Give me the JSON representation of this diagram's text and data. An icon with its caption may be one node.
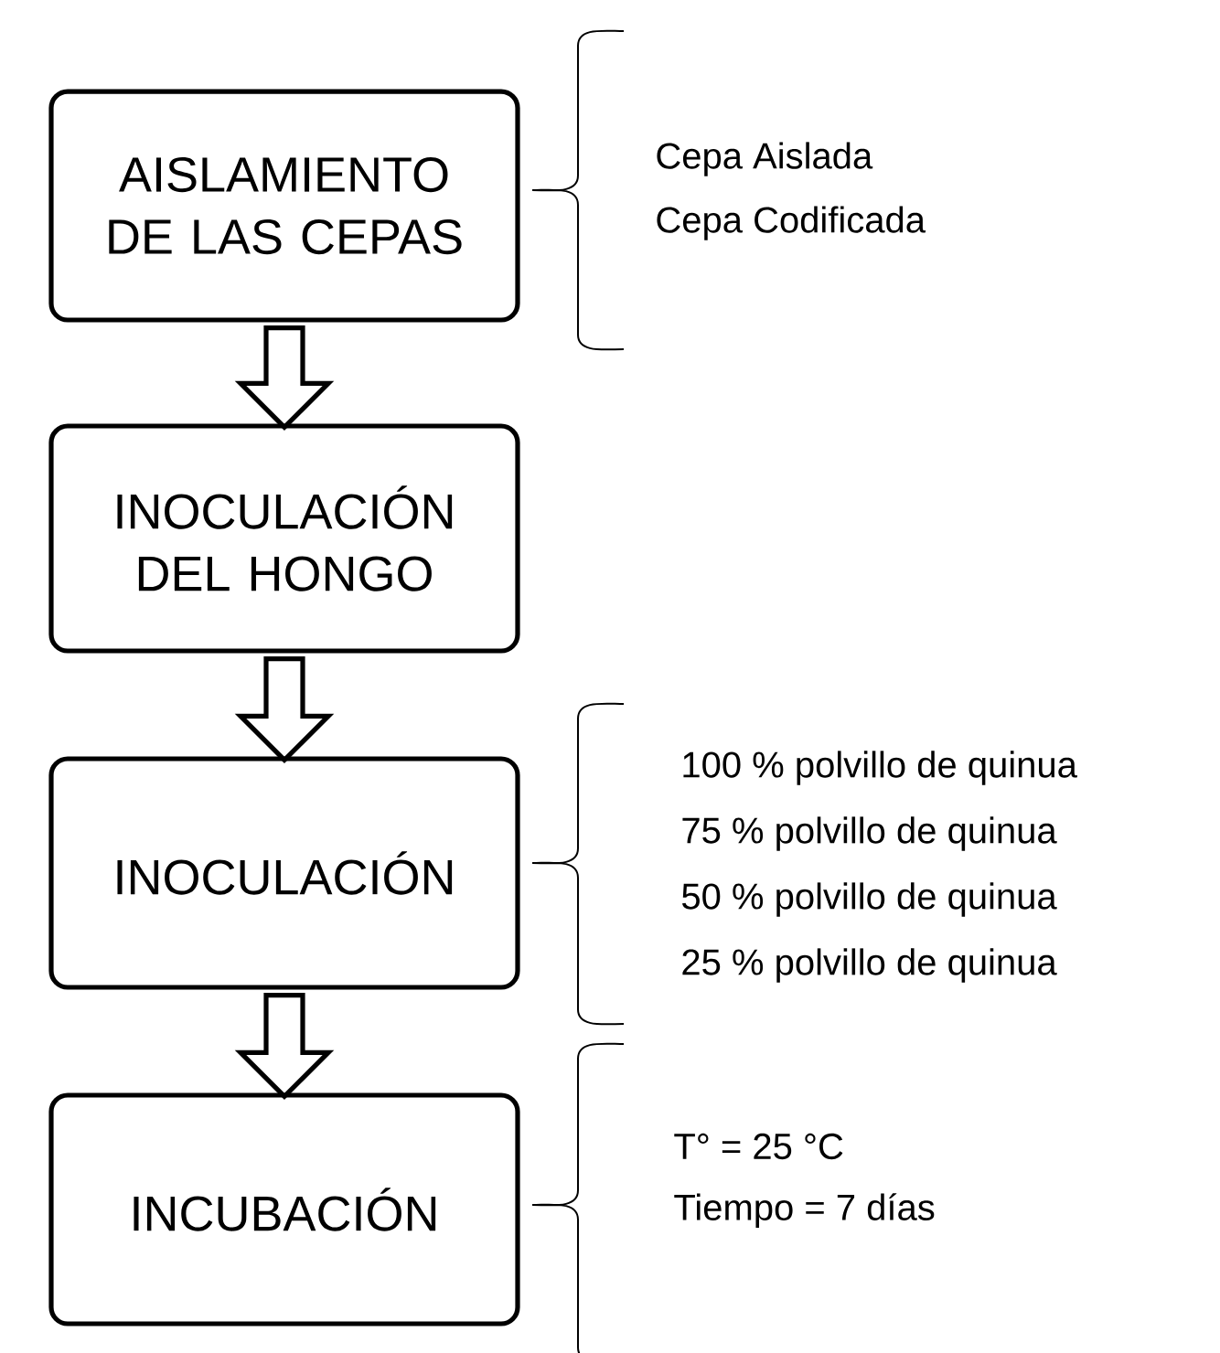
{
  "diagram": {
    "nodes": [
      {
        "text": [
          "AISLAMIENTO DE LAS CEPAS"
        ],
        "beside": [
          "Cepa Aislada",
          "Cepa Codificada"
        ]
      },
      {
        "text": [
          "INOCULACIÓN DEL HONGO"
        ]
      },
      {
        "text": [
          "INOCULACIÓN"
        ],
        "beside": [
          "100 % polvillo de quinua",
          "75 % polvillo de quinua",
          "50 % polvillo de quinua",
          "25 % polvillo de quinua"
        ]
      },
      {
        "text": [
          "INCUBACIÓN"
        ],
        "beside": [
          "T° = 25 °C",
          "Tiempo = 7 días"
        ]
      }
    ],
    "edges": [
      {
        "from": 0,
        "to": 1,
        "arrow": "to"
      },
      {
        "from": 1,
        "to": 2,
        "arrow": "to"
      },
      {
        "from": 2,
        "to": 3,
        "arrow": "to"
      }
    ]
  }
}
